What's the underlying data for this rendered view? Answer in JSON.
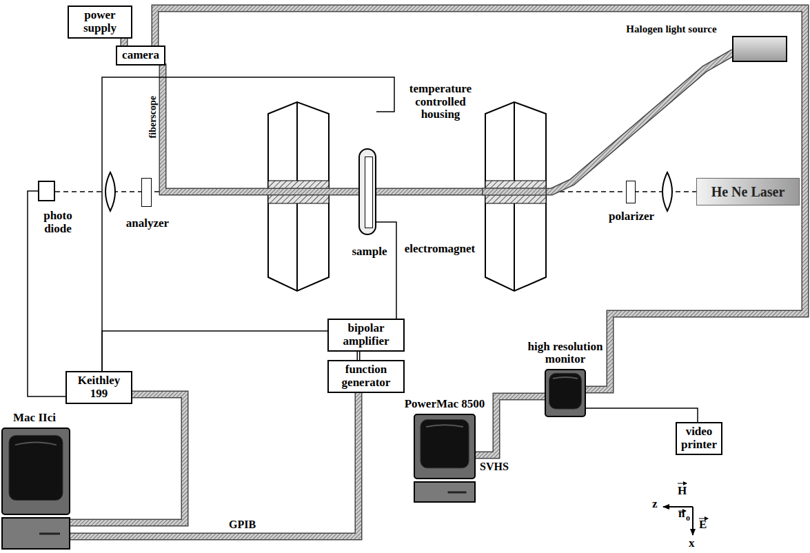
{
  "diagram": {
    "nodes": [
      {
        "text": [
          "power supply"
        ]
      },
      {
        "text": [
          "camera"
        ]
      },
      {
        "text": [
          "Halogen light source"
        ]
      },
      {
        "text": [
          "He Ne Laser"
        ]
      },
      {
        "text": [
          "polarizer"
        ]
      },
      {
        "text": [
          "electromagnet"
        ]
      },
      {
        "text": [
          "temperature controlled housing"
        ]
      },
      {
        "text": [
          "sample"
        ],
        "in": 6
      },
      {
        "text": [
          "analyzer"
        ]
      },
      {
        "text": [
          "photo diode"
        ]
      },
      {
        "text": [
          "bipolar amplifier"
        ]
      },
      {
        "text": [
          "function generator"
        ]
      },
      {
        "text": [
          "Keithley 199"
        ]
      },
      {
        "text": [
          "Mac IIci"
        ]
      },
      {
        "text": [
          "PowerMac 8500"
        ]
      },
      {
        "text": [
          "high resolution monitor"
        ]
      },
      {
        "text": [
          "video printer"
        ]
      }
    ],
    "edges": [
      {
        "from": 0,
        "to": 1,
        "arrow": "none"
      },
      {
        "from": 1,
        "to": 15,
        "arrow": "none"
      },
      {
        "from": 14,
        "to": 15,
        "label": "SVHS",
        "arrow": "none"
      },
      {
        "from": 15,
        "to": 16,
        "arrow": "none"
      },
      {
        "from": 10,
        "to": 11,
        "arrow": "none"
      },
      {
        "from": 12,
        "to": 13,
        "arrow": "none"
      },
      {
        "from": 11,
        "to": 13,
        "label": "GPIB",
        "arrow": "none"
      },
      {
        "from": 9,
        "to": 12,
        "arrow": "none"
      },
      {
        "from": 6,
        "to": 12,
        "arrow": "none"
      },
      {
        "from": 7,
        "to": 10,
        "arrow": "none"
      },
      {
        "from": 10,
        "to": 12,
        "arrow": "none"
      }
    ],
    "labels": [
      "fiberscope",
      "z",
      "H",
      "n",
      "o",
      "E",
      "x"
    ]
  }
}
